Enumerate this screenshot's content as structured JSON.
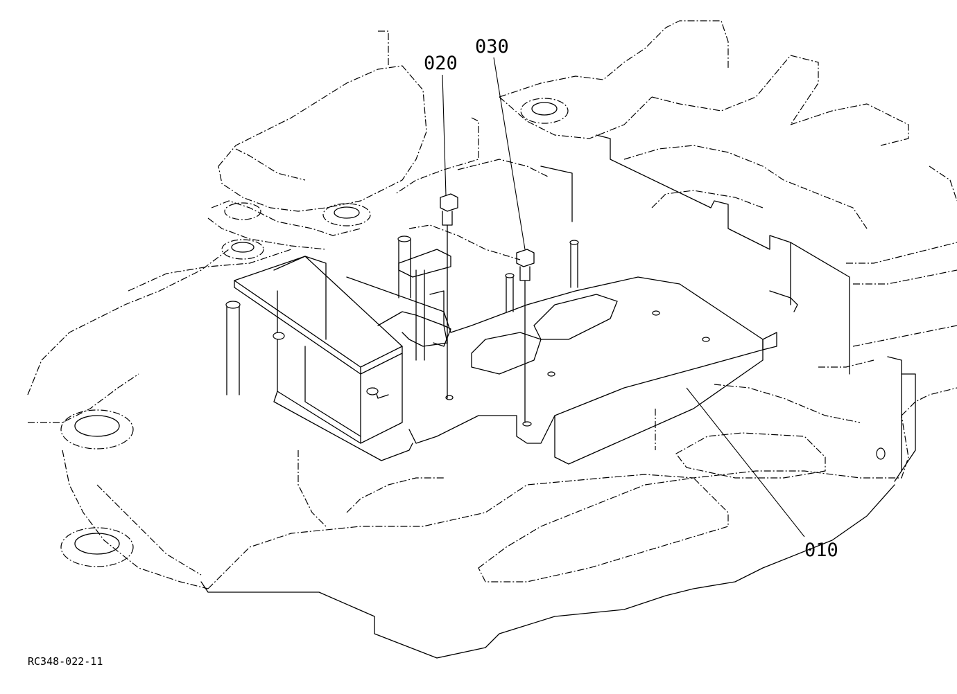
{
  "callouts": [
    {
      "id": "c020",
      "text": "020"
    },
    {
      "id": "c030",
      "text": "030"
    },
    {
      "id": "c010",
      "text": "010"
    }
  ],
  "drawing_code": "RC348-022-11"
}
